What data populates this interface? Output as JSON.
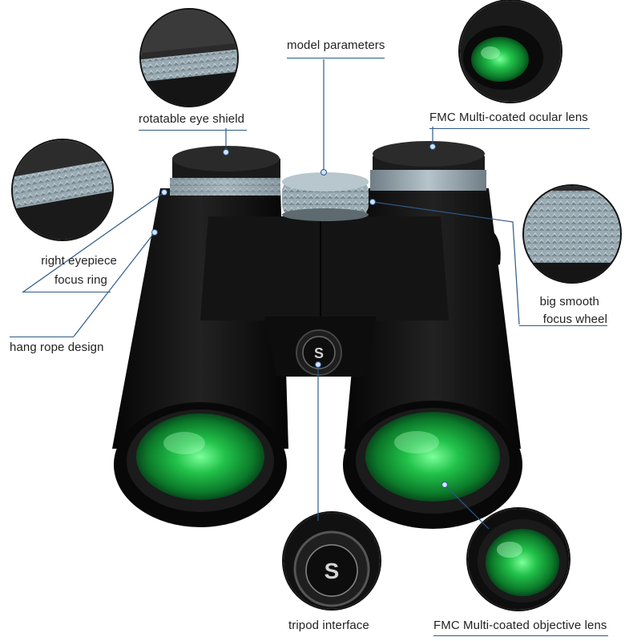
{
  "labels": {
    "model_parameters": "model parameters",
    "rotatable_eye_shield": "rotatable eye shield",
    "ocular_lens": "FMC Multi-coated ocular lens",
    "right_eyepiece_line1": "right eyepiece",
    "right_eyepiece_line2": "focus ring",
    "big_smooth": "big smooth",
    "focus_wheel": "focus wheel",
    "hang_rope": "hang rope design",
    "tripod": "tripod interface",
    "objective_lens": "FMC Multi-coated objective lens"
  },
  "badge_letter": "S",
  "colors": {
    "leader_line": "#2f5a87",
    "lens_green": "#1fb23a",
    "body_black": "#111111",
    "grip_gray": "#8f9ea6"
  }
}
